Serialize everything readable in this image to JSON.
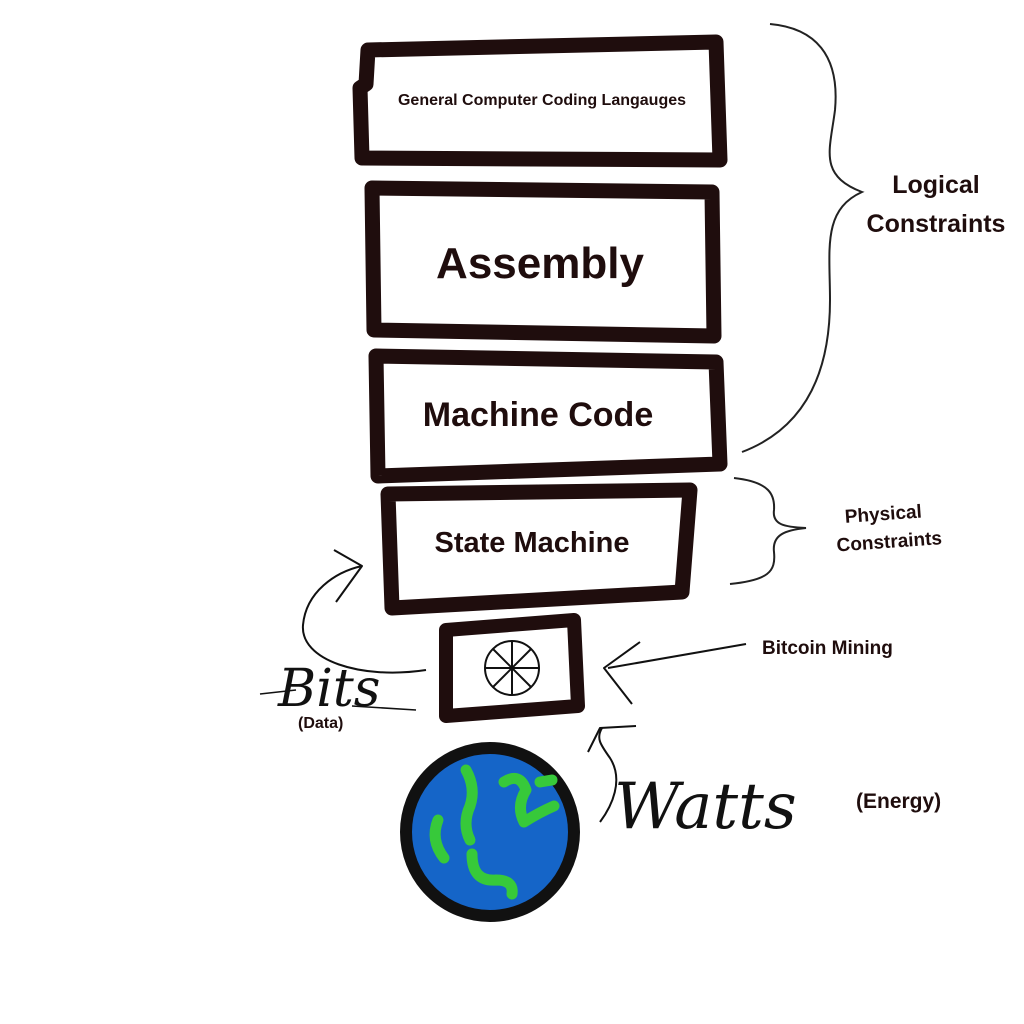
{
  "layers": {
    "languages": "General Computer Coding Langauges",
    "assembly": "Assembly",
    "machine_code": "Machine Code",
    "state_machine": "State Machine"
  },
  "brackets": {
    "logical_line1": "Logical",
    "logical_line2": "Constraints",
    "physical_line1": "Physical",
    "physical_line2": "Constraints"
  },
  "inputs": {
    "bitcoin_mining": "Bitcoin Mining",
    "bits": "Bits",
    "data": "(Data)",
    "watts": "Watts",
    "energy": "(Energy)"
  },
  "colors": {
    "ink": "#1f0d0d",
    "earth_ocean": "#1565c8",
    "earth_land": "#37c93a"
  },
  "icons": {
    "chip": "fan-icon",
    "planet": "earth-icon"
  }
}
